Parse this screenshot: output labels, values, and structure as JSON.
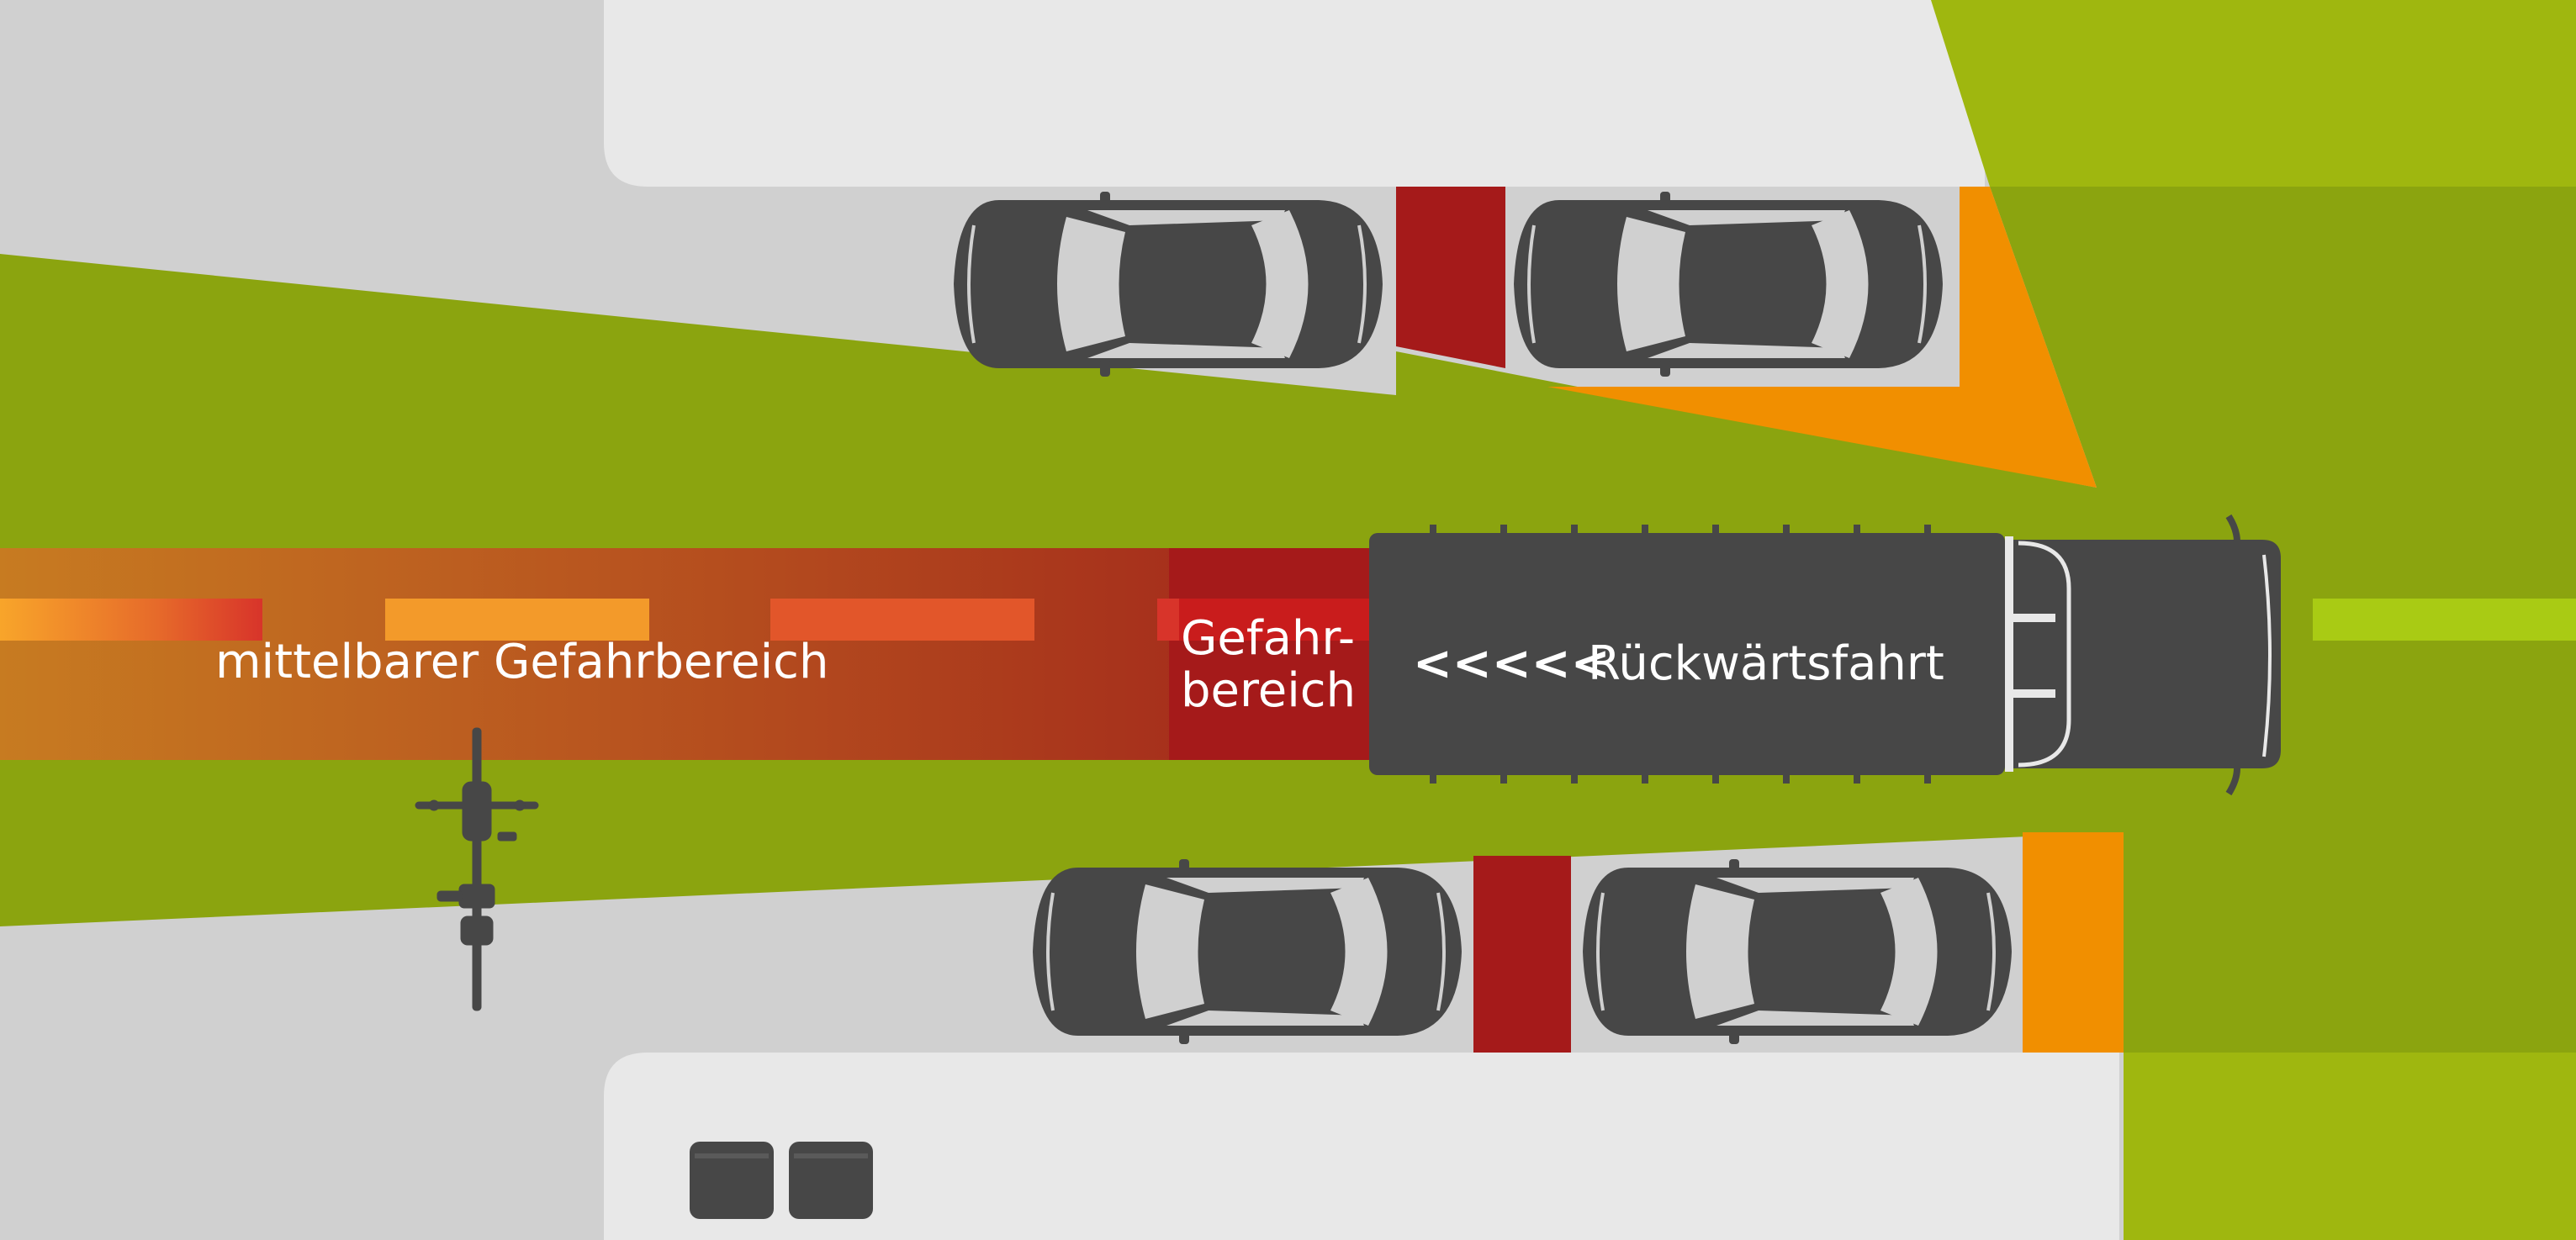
{
  "labels": {
    "indirect_zone": "mittelbarer Gefahrbereich",
    "direct_zone_line1": "Gefahr-",
    "direct_zone_line2": "bereich",
    "arrows": "<<<<<",
    "reversing": "Rückwärtsfahrt"
  },
  "colors": {
    "road": "#d0d0d0",
    "sidewalk": "#e8e8e8",
    "green_light": "#9fb70f",
    "green_dark": "#8ba40f",
    "red_danger": "#a51a1a",
    "red_bright": "#c91c1c",
    "orange": "#f18f00",
    "vehicle": "#474747",
    "window": "#d0d0d0",
    "lane_marking_green": "#a9cb14"
  }
}
